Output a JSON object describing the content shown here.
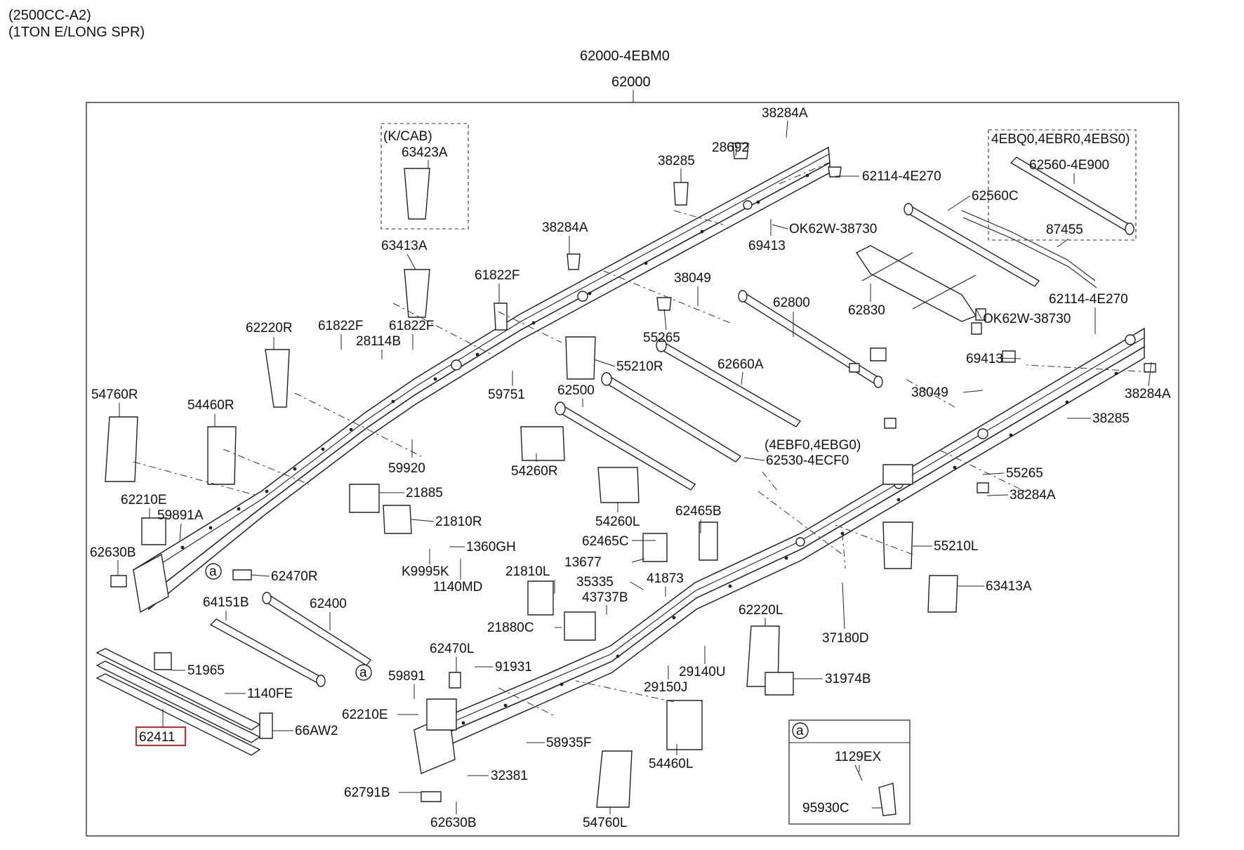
{
  "header": {
    "line1": "(2500CC-A2)",
    "line2": "(1TON E/LONG SPR)",
    "assembly_code": "62000-4EBM0",
    "assembly_number": "62000"
  },
  "groups": {
    "kcab_label": "(K/CAB)",
    "rear_option_label": "4EBQ0,4EBR0,4EBS0)",
    "mid_option_label": "(4EBF0,4EBG0)",
    "detail_ref": "a"
  },
  "highlighted_part": "62411",
  "parts": [
    "38284A",
    "28692",
    "38285",
    "62114-4E270",
    "63423A",
    "OK62W-38730",
    "69413",
    "62560-4E900",
    "62560C",
    "87455",
    "38284A",
    "63413A",
    "61822F",
    "38049",
    "62830",
    "62114-4E270",
    "62800",
    "OK62W-38730",
    "62220R",
    "61822F",
    "61822F",
    "28114B",
    "55265",
    "55210R",
    "62660A",
    "69413",
    "54760R",
    "59751",
    "62500",
    "38049",
    "38284A",
    "54460R",
    "38285",
    "59920",
    "(4EBF0,4EBG0)",
    "62530-4ECF0",
    "54260R",
    "55265",
    "21885",
    "38284A",
    "62210E",
    "59891A",
    "21810R",
    "54260L",
    "62465B",
    "62630B",
    "1360GH",
    "62465C",
    "55210L",
    "62470R",
    "K9995K",
    "13677",
    "21810L",
    "1140MD",
    "35335",
    "41873",
    "63413A",
    "64151B",
    "62400",
    "43737B",
    "21880C",
    "62220L",
    "37180D",
    "51965",
    "62470L",
    "91931",
    "29140U",
    "59891",
    "31974B",
    "29150J",
    "1140FE",
    "62210E",
    "66AW2",
    "62411",
    "58935F",
    "1129EX",
    "32381",
    "54460L",
    "62791B",
    "95930C",
    "62630B",
    "54760L"
  ],
  "colors": {
    "highlight": "#d8262c",
    "line": "#222222"
  }
}
